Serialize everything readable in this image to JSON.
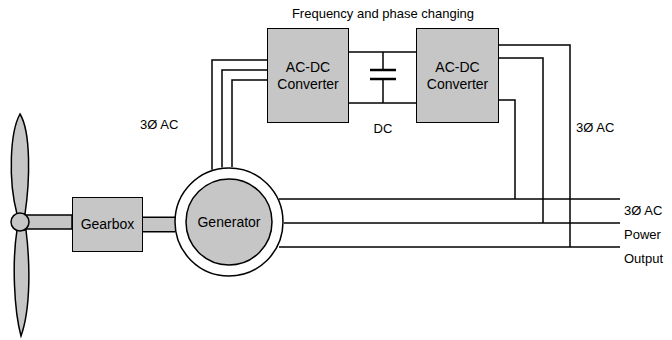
{
  "diagram": {
    "title": "Frequency and phase changing",
    "nodes": [
      {
        "text": [
          "Gearbox"
        ]
      },
      {
        "text": [
          "Generator"
        ]
      },
      {
        "text": [
          "AC-DC Converter"
        ]
      },
      {
        "text": [
          "AC-DC Converter"
        ]
      }
    ],
    "edges": [
      {
        "from": 0,
        "to": 1,
        "arrow": "none"
      },
      {
        "from": 1,
        "to": 2,
        "label": "3Ø AC",
        "arrow": "none"
      },
      {
        "from": 2,
        "to": 3,
        "label": "DC",
        "arrow": "none"
      }
    ],
    "labels": [
      "3Ø AC",
      "3Ø AC Power Output"
    ]
  }
}
